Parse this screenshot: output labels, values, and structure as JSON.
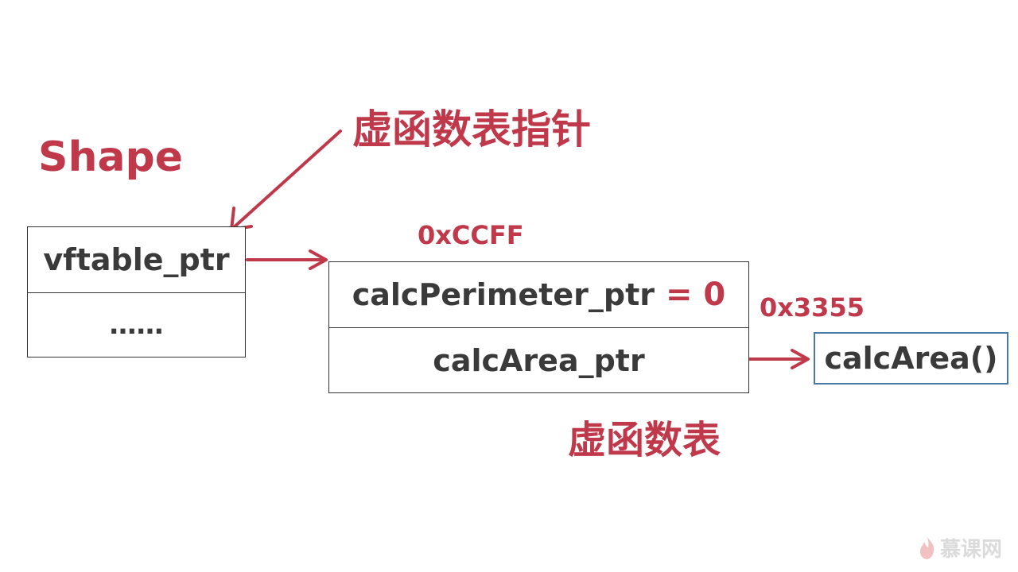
{
  "labels": {
    "vptr_caption": "虚函数表指针",
    "class_name": "Shape",
    "vtable_address": "0xCCFF",
    "func_address": "0x3355",
    "vtable_caption": "虚函数表"
  },
  "shape_object": {
    "rows": [
      "vftable_ptr",
      "……"
    ]
  },
  "vtable": {
    "row1_name": "calcPerimeter_ptr",
    "row1_assign": "= 0",
    "row2_name": "calcArea_ptr"
  },
  "function_box": {
    "label": "calcArea()"
  },
  "watermark": {
    "text": "慕课网",
    "icon": "flame-logo-icon"
  },
  "colors": {
    "accent_red": "#c0394b",
    "box_border": "#333333",
    "func_border": "#4a78a8",
    "text_dark": "#3a3a3a"
  }
}
